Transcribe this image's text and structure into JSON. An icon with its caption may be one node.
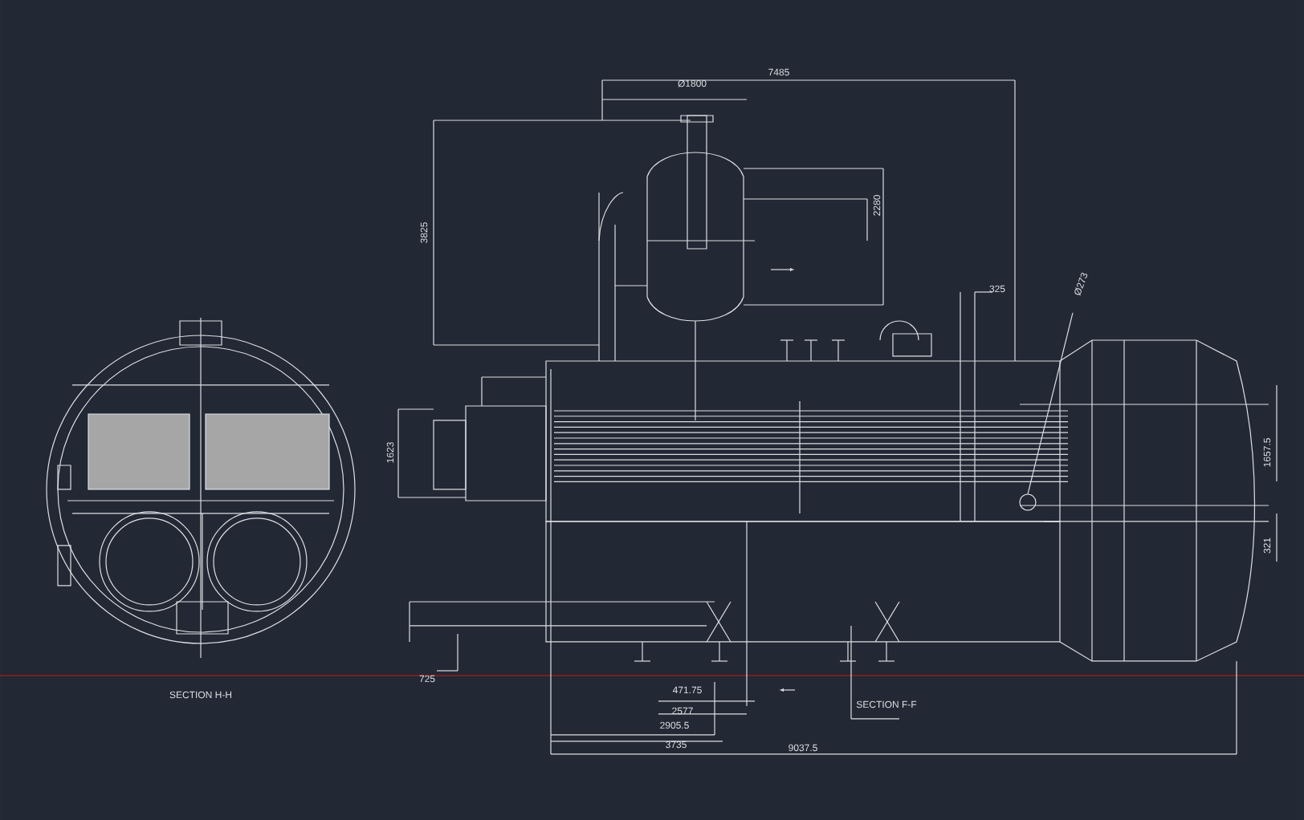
{
  "diagram": {
    "labels": [
      "7485",
      "Ø1800",
      "3825",
      "2280",
      "325",
      "Ø273",
      "1623",
      "725",
      "471.75",
      "2577",
      "2905.5",
      "3735",
      "9037.5",
      "SECTION H-H",
      "SECTION F-F",
      "1657.5",
      "321"
    ]
  }
}
